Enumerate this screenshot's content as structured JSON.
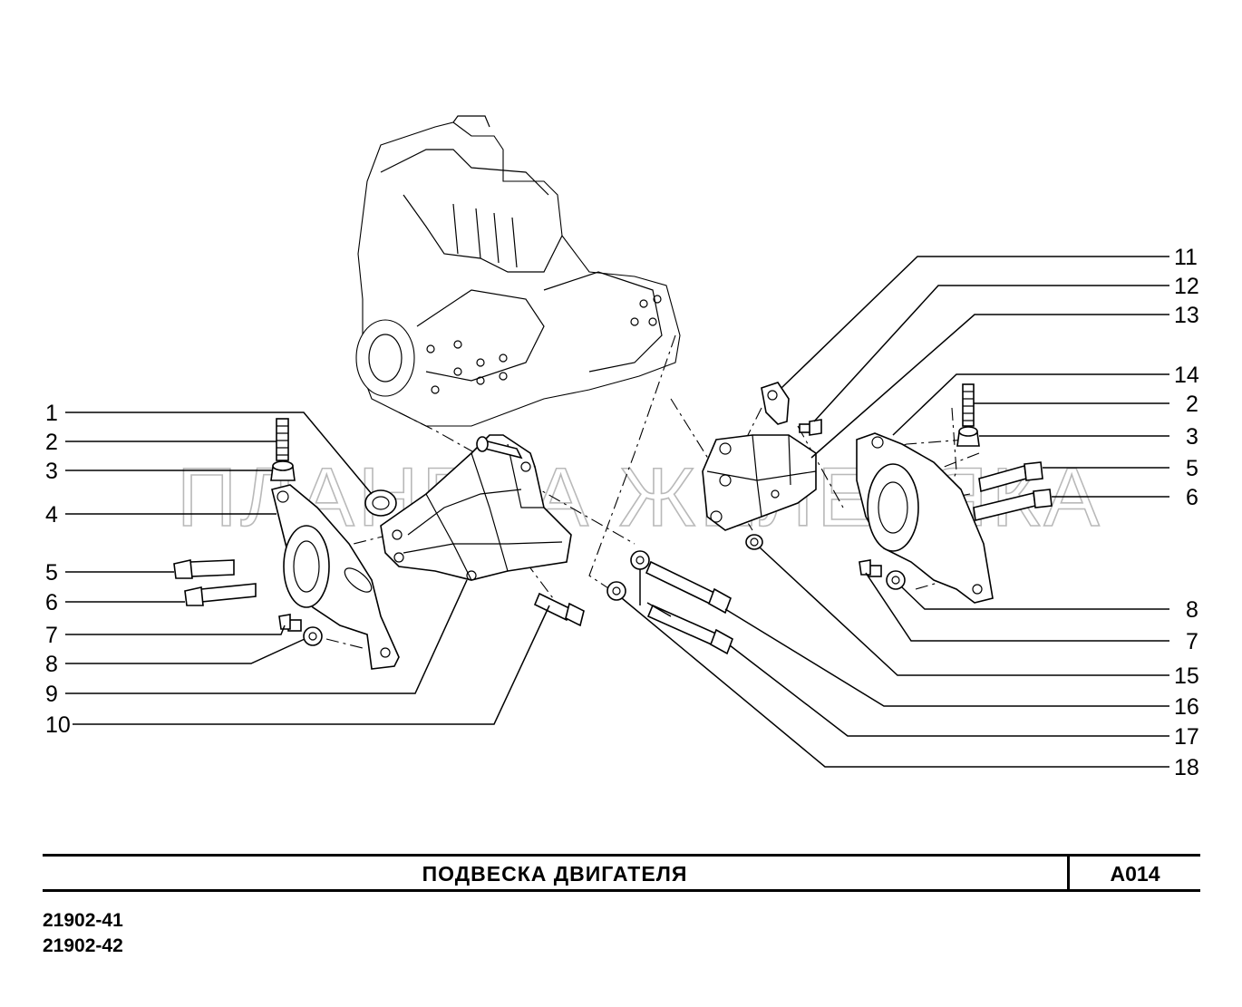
{
  "watermark": "ПЛАНЕТА ЖЕЛЕЗЯКА",
  "title": "ПОДВЕСКА   ДВИГАТЕЛЯ",
  "sheet_code": "A014",
  "models": [
    "21902-41",
    "21902-42"
  ],
  "callouts_left": [
    "1",
    "2",
    "3",
    "4",
    "5",
    "6",
    "7",
    "8",
    "9",
    "10"
  ],
  "callouts_right": [
    "11",
    "12",
    "13",
    "14",
    "2",
    "3",
    "5",
    "6",
    "8",
    "7",
    "15",
    "16",
    "17",
    "18"
  ]
}
